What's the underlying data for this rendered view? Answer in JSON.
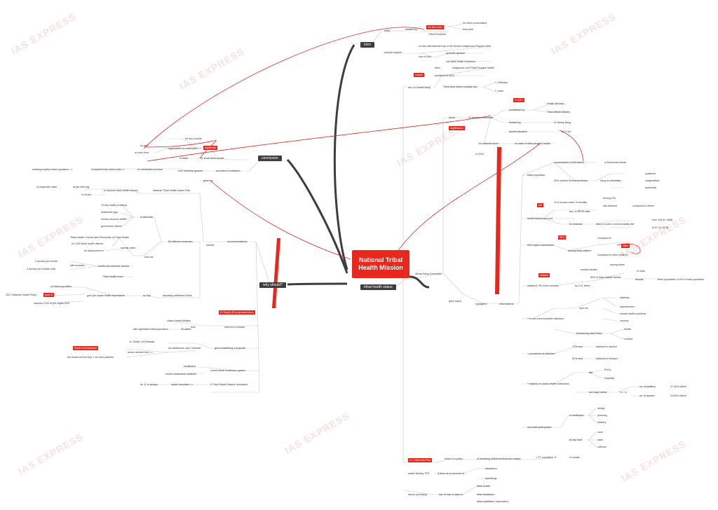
{
  "watermark": "IAS EXPRESS",
  "center": "National Tribal Health Mission",
  "branches": {
    "intro": "Intro",
    "status": "tribal health status",
    "why": "why should?",
    "conclusion": "conclusion"
  },
  "intro": {
    "india": "India",
    "headed_by": "headed by",
    "tribal_president": "Tribal President",
    "first_time": "1st time ever",
    "for_tribal": "for tribal communities",
    "from_past": "from past",
    "need_explore": "need to explore",
    "on_day": "on this International Day of the World's Indigenous Peoples 2022",
    "how_turn": "how to turn",
    "symbolic": "symbolic gesture",
    "into_revolution": "into tribal health revolution"
  },
  "status": {
    "acc_lancet": "acc. to Lancet study",
    "lancet_chip": "Lancet",
    "titled": "titled",
    "titled_val": "Indigenous and Tribal Peoples' health",
    "published": "published in 2021",
    "third_imr": "Third tribal infant mortality rate",
    "pakistan": "1. Pakistan",
    "india2": "2. India",
    "about": "about",
    "eleven": "11-member committee",
    "constituted": "constituted by",
    "chip2013": "in 2013",
    "moh": "Health Ministry",
    "tam": "Tribal Affairs Ministry",
    "headed_by": "headed by",
    "abhay": "Dr Abhay Bang",
    "studied": "studied situation",
    "for5": "for 5 yrs",
    "first_national": "1st national report",
    "on_state": "on state of tribal people's health",
    "abc": "Abhay Bang Committee",
    "significance": "significance",
    "in2018": "in 2018",
    "gave_report": "gave report",
    "highlights": "highlights?",
    "observations": "observations",
    "tribal_pop": "tribal population",
    "concentrated": "concentrated in 809 blocks",
    "scheduled": "in Scheduled Areas",
    "half_outside": "50% outside Scheduled Areas",
    "living": "living as minorities",
    "scattered": "scattered",
    "marginalised": "marginalised",
    "powerless": "powerless",
    "hs_improved": "health status improved",
    "hsi_chip": "but",
    "pct_under5": "% of excess under 5 mortality",
    "among_st": "among STs",
    "has_widened": "has widened",
    "compared_others": "compared to others",
    "for_instance": "for instance",
    "acc_nfhs": "acc. to NFHS data",
    "drop": "drop in under-5 child mortality rate",
    "from135": "from 135 (in 1988)",
    "to57": "to 57 (in 2014)",
    "higher_mal": "50% higher malnutrition",
    "among_children": "among tribal children",
    "chip_50": "50%",
    "compared_to": "compared to",
    "chip_other": "other",
    "compared_other": "compared to other children",
    "malaria": "malaria & TB more common",
    "by": "by 3-11 times",
    "mal_chip": "malaria",
    "malaria_deaths": "malaria deaths",
    "among_tribes": "among tribes",
    "in_india": "in India",
    "half_total": "50% of total malaria deaths",
    "despite": "despite",
    "tribal_pop_share": "tribal population= 8.6% of total population",
    "ncd_increase": "^ in non-communicable diseases",
    "such_as": "such as",
    "diabetes": "diabetes",
    "hypertension": "hypertension",
    "mental": "mental health problems",
    "cancers": "cancers",
    "threatening": "threatening adult tribes",
    "health": "health",
    "comfort": "comfort",
    "addiction": "^ prevalence of addiction",
    "men72": "72% men",
    "addicted_alcohol": "addicted to alcohol",
    "men52": "52% men",
    "addicted_tobacco": "addicted to tobacco",
    "reliance": "^ reliance on public health institutions",
    "like": "like",
    "phcs": "PHCs",
    "hospitals": "hospitals",
    "but_major": "but major deficit",
    "in_x": "in = /s",
    "no_facilities": "no. of facilities",
    "pct27": "27-40% deficit",
    "no_doctors": "no. of doctors",
    "pct33": "33-84% deficit",
    "low_part": "low tribal participation",
    "in_healthcare": "in healthcare",
    "design": "design",
    "planning": "planning",
    "delivery": "delivery",
    "at_any": "at any level",
    "local": "local",
    "state": "state",
    "national": "national",
    "tribal_sub": "i.e. Tribal Sub-Plan",
    "which_is": "which is a policy",
    "earmarking": "of allocating additional financial outlays",
    "pop_pct": "> ST population %",
    "in_a_state": "in a state",
    "states_flouting": "states flouting TSP",
    "no_account": "& there is no account of",
    "allocations": "allocations",
    "spendings": "spendings",
    "issues": "issues persisting",
    "lack": "due to lack of data on",
    "tribal_health": "tribal health",
    "tribal_healthcare": "tribal healthcare",
    "tribal_exp": "tribal healthcare expenditure"
  },
  "why": {
    "recommendations": "recommendations",
    "include": "include",
    "chip_report": "Dr Bang's 80 proposals/recom",
    "ntha": "National Tribal Health Action Plan",
    "to_improve": "to improve tribal health indices",
    "at_par": "at par with avg.",
    "of_state": "of respective state",
    "in10": "in 10 yrs",
    "given_by": "given by",
    "80_measures": "80 different measures",
    "to_deal": "to deal with",
    "ten_problems": "10 key health problems",
    "healthcare_gap": "healthcare gap",
    "hr_deficit": "human resource deficit",
    "governance": "governance issues",
    "such_as": "such as",
    "council": "Tribal Health Council and Directorate of Tribal Health",
    "officers": "of 1,000 tribal health officers",
    "special_cadre": "special cadre",
    "for_deploy": "for deployment in",
    "with_increase": "with increase",
    "doctors2": "2 doctors per centre",
    "hwc": "health and wellness centres",
    "mobile": "2 doctors per mobile units",
    "thi": "Tribal Health Index",
    "allocating": "allocating additional funds",
    "so_that": "so that",
    "per_capita": "govt per capita health expenditure",
    "on_tribal": "on tribal population",
    "chip_goal": "goal of",
    "nhp": "2017 National Health Policy",
    "reaches": "reaches 2.5% of per capita GDP",
    "need_mission": "need for a mission",
    "from": "from",
    "ministries": "Union Health Ministry",
    "states32": "32 states",
    "with_sig": "with significant tribal population",
    "govt_considering": "govt considering a proposal",
    "sickle": "i.e. Sickle Cell Disease",
    "but_addresses": "but addresses only 1 disease",
    "chip_sickle": "Sickle Cell Anaemia",
    "action_needed": "action needed here =>",
    "would_help": "but would correct help 1.10 crore patients",
    "current": "current tribal healthcare system",
    "insufficient": "insufficient",
    "needs_sub": "needs substantive solutions",
    "if_implemented": "if Tribal Health Mission actualised",
    "health_resolution": "health resolution =>",
    "for_crore": "for 11 cr people"
  },
  "conclusion": {
    "now_time": "now time to transform",
    "from_symbolic": "from symbolic gesture",
    "to_substantive": "to substantive promise",
    "comprehensive": "comprehensive action plan =>",
    "realising": "realising healthy tribal population =>",
    "in_india": "in India",
    "crore": "11 crore tribal people",
    "chip_sig": "significant",
    "for_any": "for any country",
    "significance": "significance is understated =>",
    "by_govt": "by govt",
    "or_from": "or even from"
  }
}
